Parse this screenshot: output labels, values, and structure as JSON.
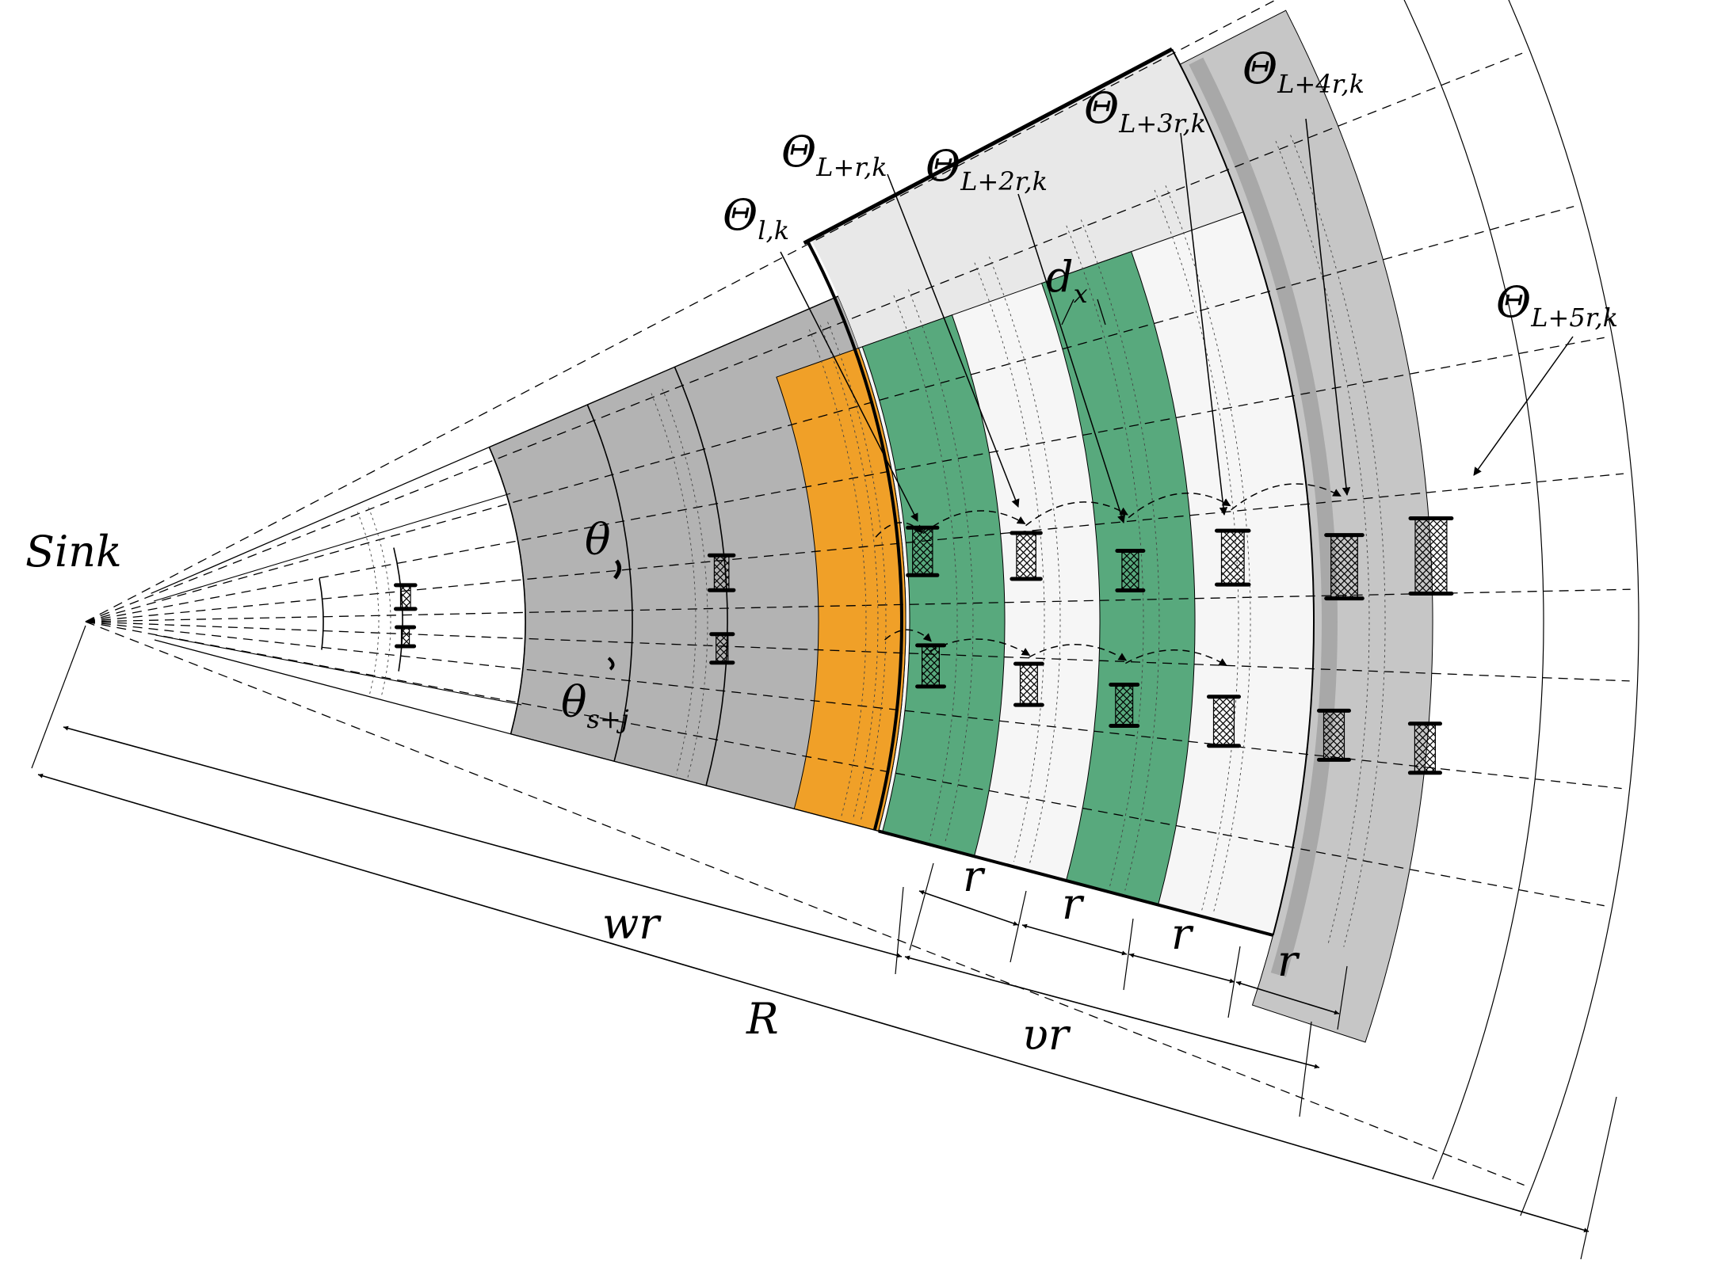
{
  "labels": {
    "sink": "Sink",
    "theta": "θ",
    "theta_s_j": "θ",
    "theta_s_j_sub": "s+j",
    "dx": "d",
    "dx_sub": "x",
    "wr": "wr",
    "R": "R",
    "vr": "υr",
    "r": "r",
    "Theta": "Θ",
    "Theta_lk_sub": "l,k",
    "Theta_Lr_sub": "L+r,k",
    "Theta_L2r_sub": "L+2r,k",
    "Theta_L3r_sub": "L+3r,k",
    "Theta_L4r_sub": "L+4r,k",
    "Theta_L5r_sub": "L+5r,k"
  },
  "colors": {
    "gray": "#b3b3b3",
    "light_gray": "#e8e8e8",
    "ring_white": "#f6f6f6",
    "orange": "#f0a028",
    "green": "#58a97d",
    "outer_gray": "#c6c6c6"
  }
}
